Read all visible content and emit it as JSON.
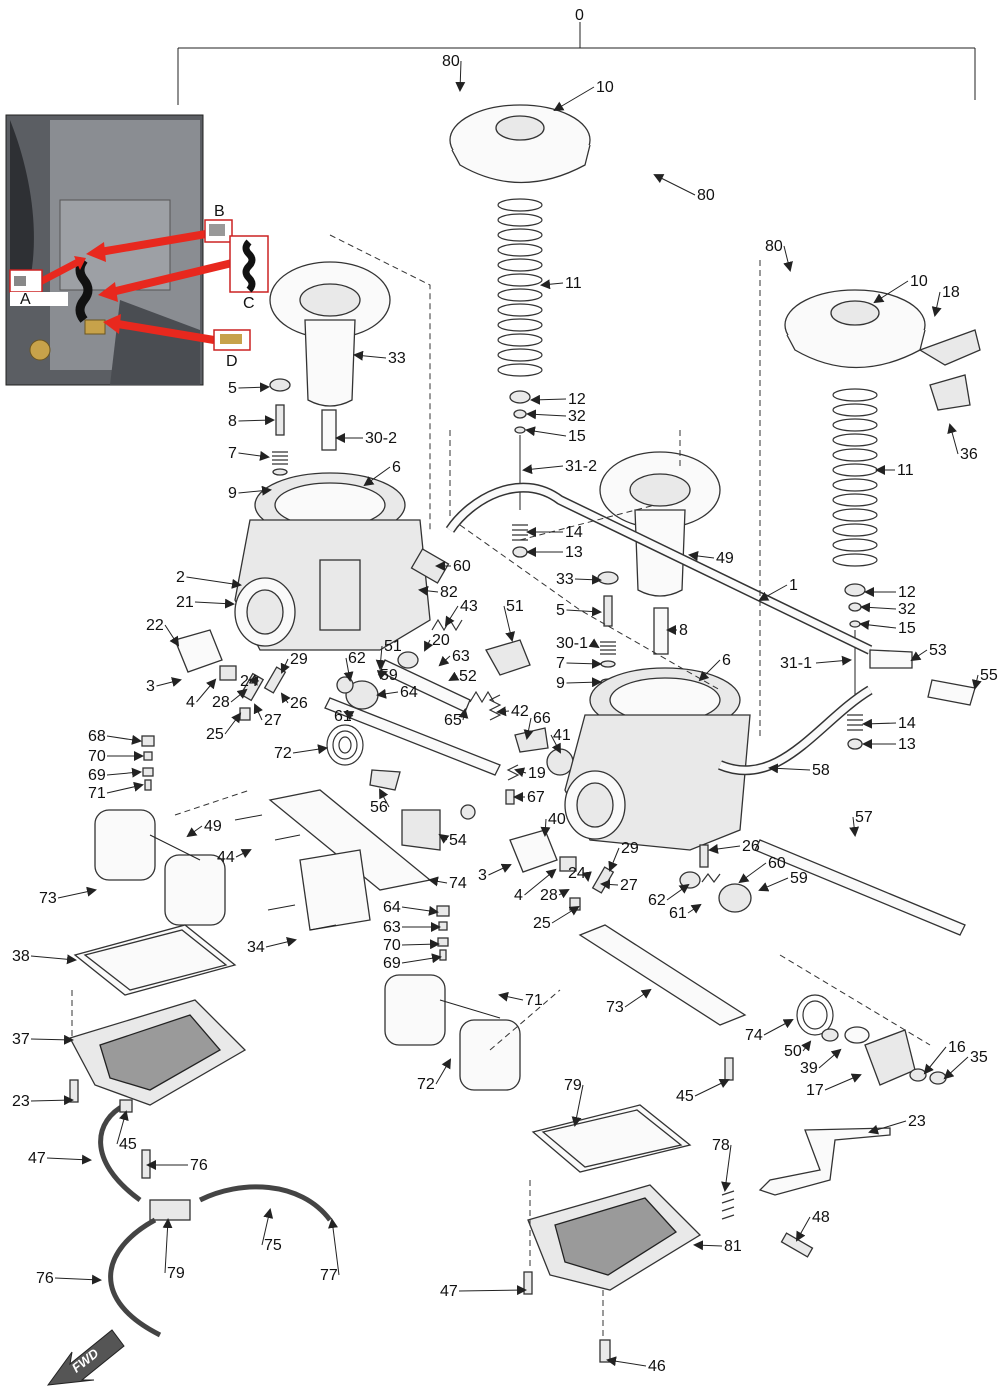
{
  "inset_photo": {
    "callouts": [
      "A",
      "B",
      "C",
      "D"
    ]
  },
  "fwd_arrow": "FWD",
  "part_labels": [
    "0",
    "80",
    "10",
    "80",
    "11",
    "12",
    "32",
    "15",
    "31-2",
    "14",
    "13",
    "80",
    "10",
    "18",
    "11",
    "36",
    "12",
    "32",
    "15",
    "31-1",
    "14",
    "13",
    "33",
    "30-2",
    "5",
    "8",
    "7",
    "9",
    "6",
    "2",
    "21",
    "22",
    "3",
    "4",
    "28",
    "25",
    "24",
    "29",
    "27",
    "26",
    "60",
    "82",
    "43",
    "20",
    "51",
    "59",
    "62",
    "64",
    "61",
    "63",
    "52",
    "65",
    "51",
    "42",
    "66",
    "41",
    "19",
    "67",
    "68",
    "70",
    "69",
    "71",
    "72",
    "56",
    "54",
    "44",
    "49",
    "73",
    "74",
    "34",
    "49",
    "33",
    "5",
    "8",
    "30-1",
    "7",
    "9",
    "6",
    "1",
    "53",
    "55",
    "58",
    "57",
    "40",
    "3",
    "4",
    "28",
    "25",
    "24",
    "29",
    "27",
    "26",
    "60",
    "59",
    "62",
    "61",
    "64",
    "63",
    "70",
    "69",
    "71",
    "72",
    "73",
    "74",
    "50",
    "39",
    "17",
    "16",
    "35",
    "38",
    "37",
    "23",
    "47",
    "45",
    "76",
    "79",
    "75",
    "77",
    "76",
    "79",
    "78",
    "23",
    "81",
    "48",
    "47",
    "46",
    "45",
    "75",
    "49"
  ],
  "colors": {
    "callout_arrow": "#e8281e",
    "callout_box": "#cc2222",
    "line": "#222222"
  }
}
